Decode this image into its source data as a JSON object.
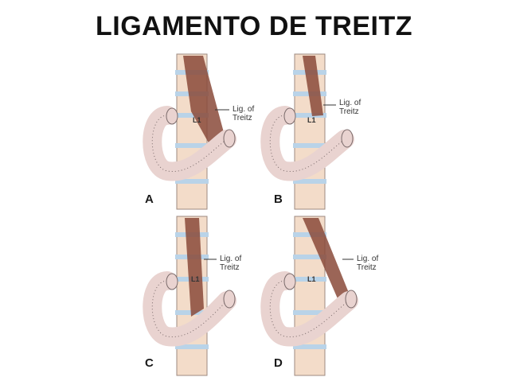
{
  "title": "LIGAMENTO DE TREITZ",
  "panels": [
    {
      "letter": "A",
      "label": "Lig. of\nTreitz",
      "vertebra": "L1"
    },
    {
      "letter": "B",
      "label": "Lig. of\nTreitz",
      "vertebra": "L1"
    },
    {
      "letter": "C",
      "label": "Lig. of\nTreitz",
      "vertebra": "L1"
    },
    {
      "letter": "D",
      "label": "Lig. of\nTreitz",
      "vertebra": "L1"
    }
  ],
  "colors": {
    "bone": "#f3dcc9",
    "disc": "#b9d3e8",
    "bowel": "#e9d3d0",
    "bowel_line": "#7a6a6a",
    "muscle": "#8a4a3a"
  }
}
